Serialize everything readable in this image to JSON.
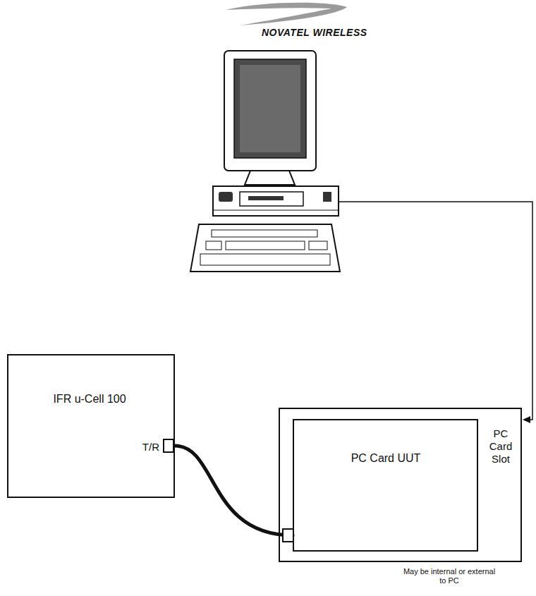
{
  "diagram": {
    "nodes": [
      {
        "text": [
          "IFR u-Cell 100",
          "T/R"
        ]
      },
      {
        "text": [
          "PC Card Slot",
          "May be internal or external to PC"
        ]
      },
      {
        "text": [
          "PC Card UUT"
        ],
        "in": 1
      }
    ],
    "edges": [
      {
        "from": 0,
        "to": 2,
        "arrow": "none"
      }
    ],
    "labels": [
      "NOVATEL WIRELESS"
    ]
  }
}
